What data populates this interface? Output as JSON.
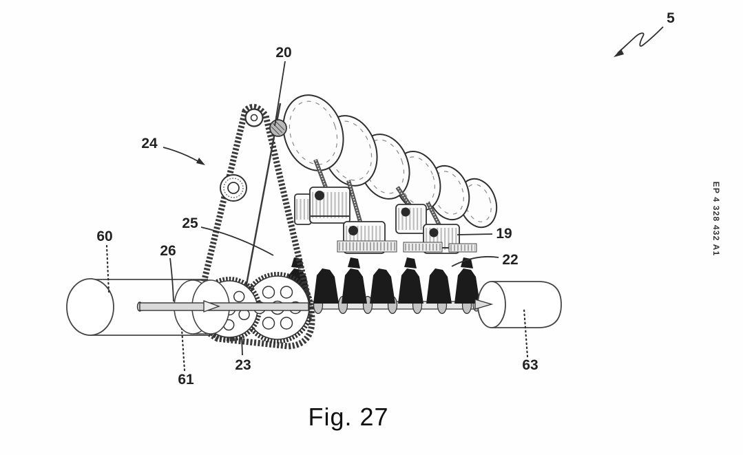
{
  "figure": {
    "caption": "Fig. 27",
    "sheet_edge_text": "EP 4 328 432 A1"
  },
  "reference_labels": [
    {
      "ref": "5"
    },
    {
      "ref": "20"
    },
    {
      "ref": "24"
    },
    {
      "ref": "25"
    },
    {
      "ref": "26"
    },
    {
      "ref": "60"
    },
    {
      "ref": "61"
    },
    {
      "ref": "23"
    },
    {
      "ref": "19"
    },
    {
      "ref": "22"
    },
    {
      "ref": "63"
    }
  ],
  "colors": {
    "background": "#ffffff",
    "ink": "#2e2e2e",
    "dark_fill": "#1b1b1b"
  }
}
